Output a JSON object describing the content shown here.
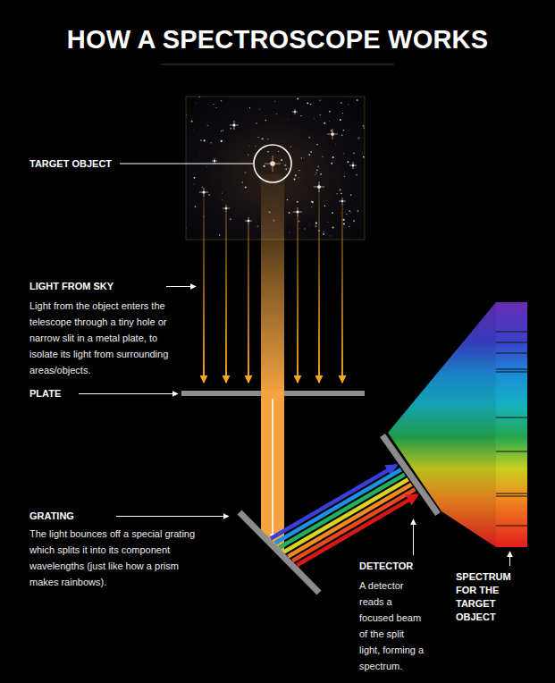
{
  "diagram": {
    "title": "HOW A SPECTROSCOPE WORKS",
    "labels": [
      "TARGET OBJECT",
      "LIGHT FROM SKY",
      "Light from the object enters the telescope through a tiny hole or narrow slit in a metal plate, to isolate its light from surrounding areas/objects.",
      "PLATE",
      "GRATING",
      "The light bounces off a special grating which splits it into its component wavelengths (just like how a prism makes rainbows).",
      "DETECTOR",
      "A detector reads a focused beam of the split light, forming a spectrum.",
      "SPECTRUM FOR THE TARGET OBJECT"
    ]
  }
}
